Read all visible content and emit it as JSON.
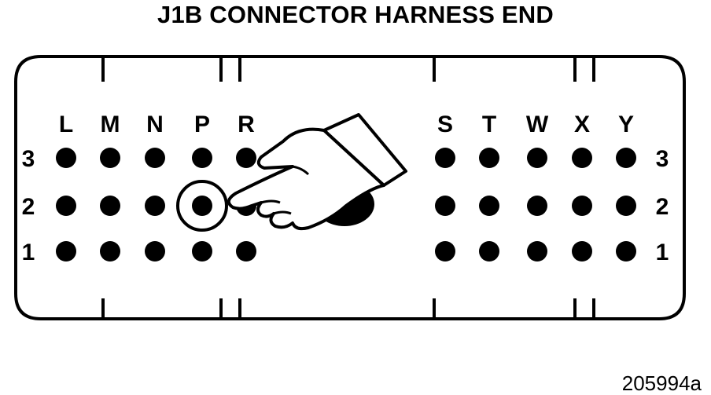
{
  "title": "J1B CONNECTOR HARNESS END",
  "figure_id": "205994a",
  "connector": {
    "left_columns": [
      "L",
      "M",
      "N",
      "P",
      "R"
    ],
    "right_columns": [
      "S",
      "T",
      "W",
      "X",
      "Y"
    ],
    "rows": [
      "3",
      "2",
      "1"
    ],
    "highlighted_pin": {
      "column": "P",
      "row": "2"
    },
    "pointer": "pointing-hand-icon"
  }
}
